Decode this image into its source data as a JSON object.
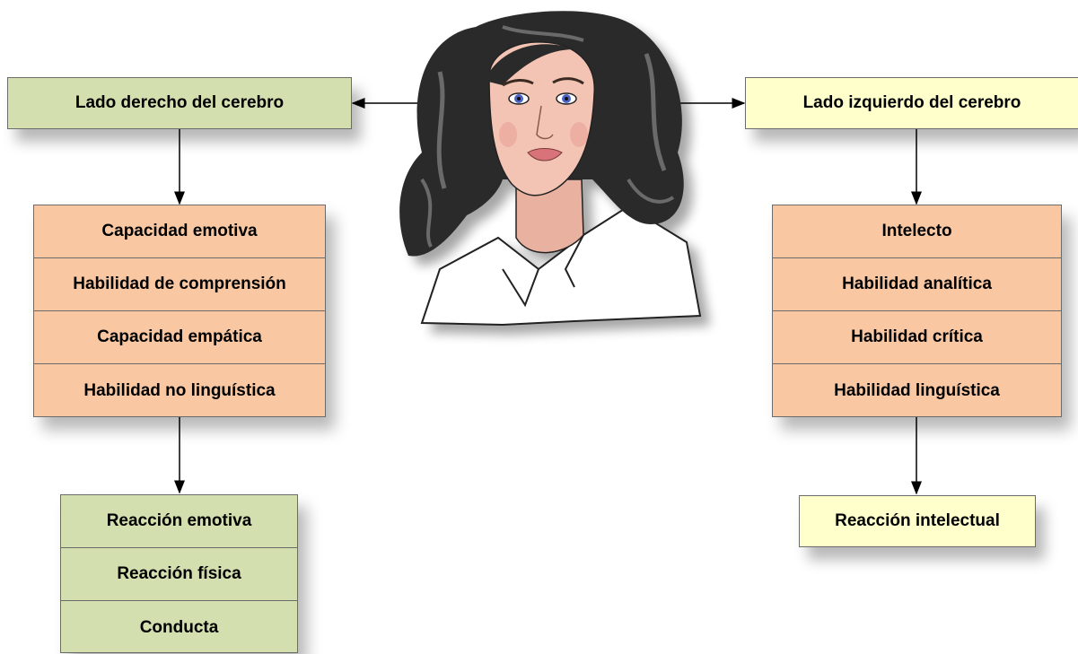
{
  "left": {
    "header": "Lado derecho del cerebro",
    "abilities": [
      "Capacidad emotiva",
      "Habilidad de comprensión",
      "Capacidad empática",
      "Habilidad no linguística"
    ],
    "reactions": [
      "Reacción emotiva",
      "Reacción física",
      "Conducta"
    ]
  },
  "right": {
    "header": "Lado izquierdo del cerebro",
    "abilities": [
      "Intelecto",
      "Habilidad analítica",
      "Habilidad crítica",
      "Habilidad linguística"
    ],
    "reactions": [
      "Reacción intelectual"
    ]
  },
  "colors": {
    "green": "#d3dfae",
    "yellow": "#ffffcc",
    "peach": "#f9c8a3",
    "hair": "#2a2a2a",
    "skin": "#f3c4b4"
  }
}
